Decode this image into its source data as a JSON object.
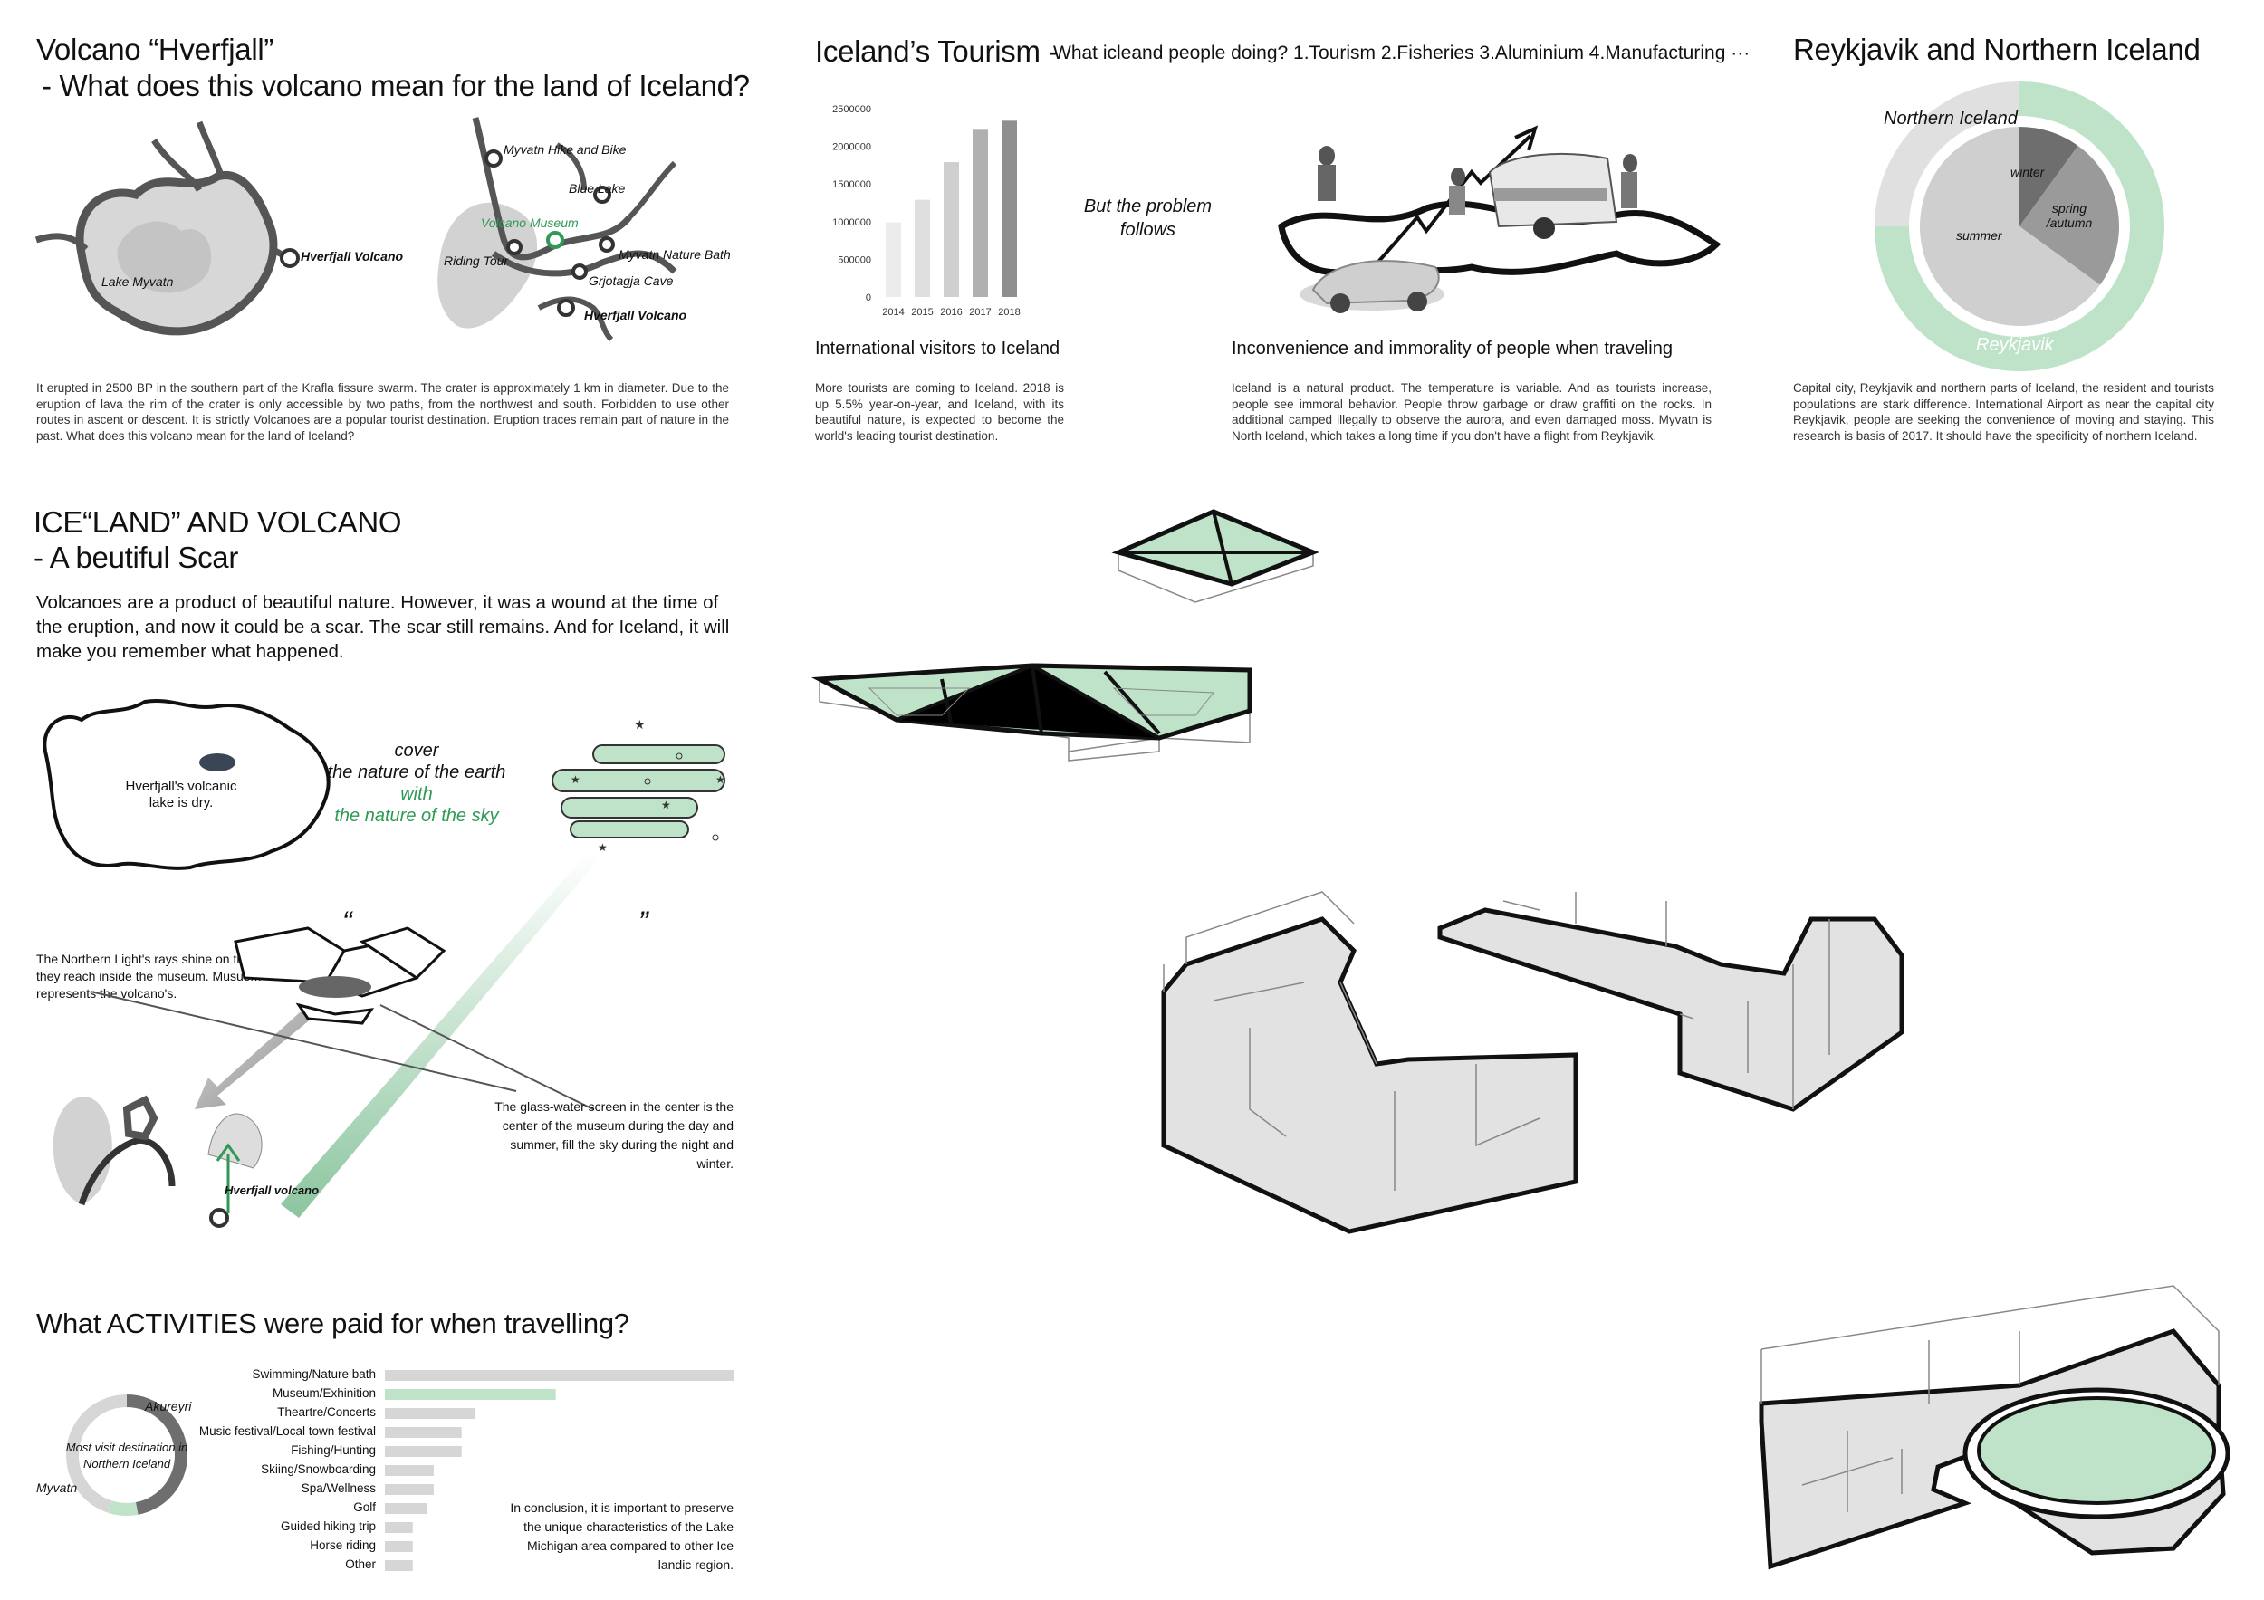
{
  "volcano": {
    "title": "Volcano “Hverfjall”",
    "subtitle": "- What does this volcano mean for the land of Iceland?",
    "map1_lake": "Lake Myvatn",
    "map1_volcano": "Hverfjall Volcano",
    "map2_labels": {
      "hike": "Myvatn Hike and Bike",
      "blue": "Blue Lake",
      "museum": "Volcano Museum",
      "riding": "Riding Tour",
      "bath": "Myvatn Nature Bath",
      "cave": "Grjotagja Cave",
      "volcano": "Hverfjall Volcano"
    },
    "text": "It erupted in 2500 BP in the southern part of the Krafla fissure swarm. The crater is approximately 1 km in diameter. Due to the eruption of lava the rim of the crater is only accessible by two paths, from the northwest and south. Forbidden to use other routes in ascent or descent. It is strictly Volcanoes are a popular tourist destination. Eruption traces remain part of nature in the past. What does this volcano mean for the land of Iceland?"
  },
  "tourism": {
    "title": "Iceland’s Tourism -",
    "subtitle": "What icleand people doing? 1.Tourism  2.Fisheries  3.Aluminium  4.Manufacturing  ···",
    "problem": "But the problem follows",
    "visitors_heading": "International visitors to Iceland",
    "visitors_text": "More tourists are coming to Iceland. 2018 is up 5.5% year-on-year, and Iceland, with its beautiful nature, is expected to become the world's leading tourist destination.",
    "incon_heading": "Inconvenience and immorality of people when traveling",
    "incon_text": "Iceland is a natural product. The temperature is variable. And as tourists increase, people see immoral behavior. People throw garbage or draw graffiti on the rocks. In additional camped illegally to observe the aurora, and even damaged moss. Myvatn is North Iceland, which takes a long time if you don't have a flight from Reykjavik."
  },
  "reykjavik": {
    "title": "Reykjavik and Northern Iceland",
    "outer_north": "Northern Iceland",
    "outer_rey": "Reykjavik",
    "inner_winter": "winter",
    "inner_spring": "spring /autumn",
    "inner_summer": "summer",
    "text": "Capital city, Reykjavik and northern parts of Iceland, the resident and tourists populations are stark difference. International Airport as near the capital city Reykjavik, people are seeking the convenience of moving and staying. This research is basis of 2017. It should have the specificity of northern Iceland."
  },
  "scar": {
    "title": "ICE“LAND” AND VOLCANO",
    "subtitle": "- A beutiful Scar",
    "text": "Volcanoes are a product of beautiful nature. However, it was a wound at the time of the eruption, and now it could be a scar. The scar still remains. And for Iceland, it will make you remember what happened.",
    "lake_note": "Hverfjall's volcanic lake is dry.",
    "cover_1": "cover",
    "cover_2": "the nature of the earth",
    "cover_3": "with",
    "cover_4": "the nature of the sky",
    "northern_note": "The Northern Light's rays shine on the volcano, they reach inside the museum. Musuem represents the volcano's.",
    "glass_note": "The glass-water screen in the center is the center of the museum during the day and summer, fill the sky during the night and winter.",
    "volcano_label": "Hverfjall volcano",
    "quote_open": "“",
    "quote_close": "”"
  },
  "activities": {
    "title": "What ACTIVITIES were paid for when travelling?",
    "donut_center": "Most visit destination in Northern Iceland",
    "donut_akureyri": "Akureyri",
    "donut_myvatn": "Myvatn",
    "conclusion": "In conclusion, it is important to preserve the unique characteristics of the Lake Michigan area compared to other Ice landic region."
  },
  "colors": {
    "green": "#bfe3c9",
    "green_dark": "#2e9a55",
    "gray": "#d6d6d6"
  },
  "chart_data": [
    {
      "type": "bar",
      "title": "",
      "categories": [
        "2014",
        "2015",
        "2016",
        "2017",
        "2018"
      ],
      "values": [
        990000,
        1290000,
        1790000,
        2220000,
        2340000
      ],
      "ylim": [
        0,
        2500000
      ],
      "yticks": [
        "0",
        "500000",
        "1000000",
        "1500000",
        "2000000",
        "2500000"
      ],
      "grid": false
    },
    {
      "type": "pie",
      "title": "",
      "outer": [
        {
          "label": "Northern Iceland",
          "value": 25
        },
        {
          "label": "Reykjavik",
          "value": 75
        }
      ],
      "inner": [
        {
          "label": "winter",
          "value": 10
        },
        {
          "label": "spring /autumn",
          "value": 25
        },
        {
          "label": "summer",
          "value": 65
        }
      ]
    },
    {
      "type": "bar",
      "title": "",
      "orientation": "horizontal",
      "categories": [
        "Swimming/Nature bath",
        "Museum/Exhinition",
        "Theartre/Concerts",
        "Music festival/Local town festival",
        "Fishing/Hunting",
        "Skiing/Snowboarding",
        "Spa/Wellness",
        "Golf",
        "Guided hiking trip",
        "Horse riding",
        "Other"
      ],
      "values": [
        100,
        49,
        26,
        22,
        22,
        14,
        14,
        12,
        8,
        8,
        8
      ],
      "highlight": "Museum/Exhinition"
    },
    {
      "type": "pie",
      "title": "",
      "slices": [
        {
          "label": "Akureyri",
          "value": 47
        },
        {
          "label": "Myvatn",
          "value": 8
        },
        {
          "label": "",
          "value": 45
        }
      ]
    }
  ]
}
